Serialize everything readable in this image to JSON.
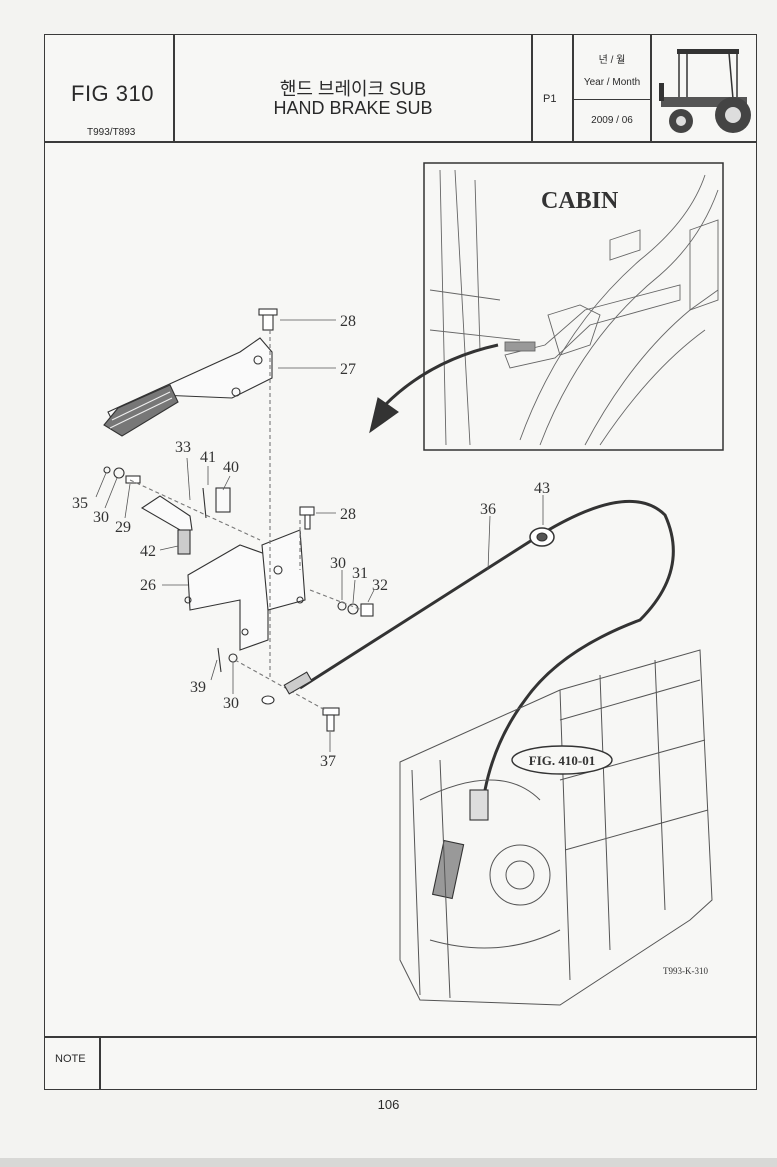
{
  "header": {
    "fig_number": "FIG 310",
    "model_codes": "T993/T893",
    "title_korean": "핸드 브레이크 SUB",
    "title_english": "HAND BRAKE SUB",
    "page_code": "P1",
    "year_month_label_korean": "년 / 월",
    "year_month_label_english": "Year / Month",
    "year_month_value": "2009 / 06"
  },
  "diagram": {
    "inset_title": "CABIN",
    "reference_figure": "FIG. 410-01",
    "drawing_code": "T993-K-310",
    "part_callouts": [
      "28",
      "27",
      "33",
      "41",
      "40",
      "35",
      "30",
      "29",
      "42",
      "26",
      "28",
      "30",
      "31",
      "32",
      "36",
      "43",
      "39",
      "30",
      "37"
    ]
  },
  "footer": {
    "note_label": "NOTE",
    "note_text": "",
    "page_number": "106"
  }
}
